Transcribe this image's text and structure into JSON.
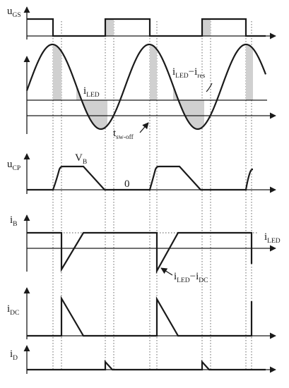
{
  "labels": {
    "ugs": {
      "main": "u",
      "sub": "GS"
    },
    "ucp": {
      "main": "u",
      "sub": "CP"
    },
    "ib": {
      "main": "i",
      "sub": "B"
    },
    "idc": {
      "main": "i",
      "sub": "DC"
    },
    "id": {
      "main": "i",
      "sub": "D"
    },
    "iled_inner": {
      "main": "i",
      "sub": "LED"
    },
    "iled_res": {
      "a": "i",
      "a_sub": "LED",
      "op": "−i",
      "b_sub": "res"
    },
    "tswoff": {
      "main": "t",
      "sub": "sw-off"
    },
    "vb": {
      "main": "V",
      "sub": "B"
    },
    "zero": "0",
    "iled_right": {
      "main": "i",
      "sub": "LED"
    },
    "iled_dc": {
      "a": "i",
      "a_sub": "LED",
      "op": "−i",
      "b_sub": "DC"
    }
  },
  "colors": {
    "ink": "#1a1a1a",
    "shade": "#d0d0d0",
    "guide": "#555555"
  }
}
